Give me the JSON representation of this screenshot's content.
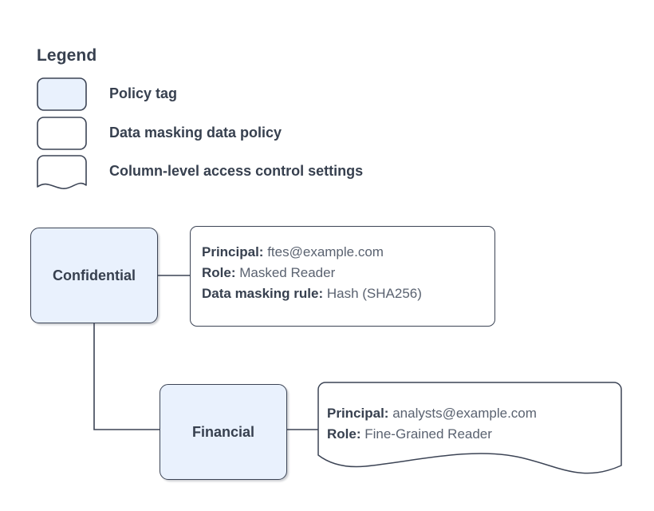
{
  "legend": {
    "title": "Legend",
    "items": [
      {
        "label": "Policy tag",
        "shape": "rounded-rect-filled",
        "icon": "policy-tag-swatch-icon"
      },
      {
        "label": "Data masking data policy",
        "shape": "rounded-rect",
        "icon": "data-policy-swatch-icon"
      },
      {
        "label": "Column-level access control settings",
        "shape": "wavy-bottom-rect",
        "icon": "access-control-swatch-icon"
      }
    ]
  },
  "colors": {
    "node_fill": "#e9f1fd",
    "stroke": "#3c4455",
    "text_strong": "#37404f",
    "text_value": "#5a6270",
    "canvas": "#ffffff"
  },
  "graph": {
    "nodes": [
      {
        "id": "confidential",
        "label": "Confidential",
        "type": "policy-tag"
      },
      {
        "id": "financial",
        "label": "Financial",
        "type": "policy-tag"
      }
    ],
    "details": [
      {
        "id": "detail-confidential",
        "attached_to": "confidential",
        "shape": "rounded-rect",
        "lines": [
          {
            "key": "Principal:",
            "value": "ftes@example.com"
          },
          {
            "key": "Role:",
            "value": "Masked Reader"
          },
          {
            "key": "Data masking rule:",
            "value": "Hash (SHA256)"
          }
        ]
      },
      {
        "id": "detail-financial",
        "attached_to": "financial",
        "shape": "wavy-bottom-rect",
        "lines": [
          {
            "key": "Principal:",
            "value": "analysts@example.com"
          },
          {
            "key": "Role:",
            "value": "Fine-Grained Reader"
          }
        ]
      }
    ],
    "edges": [
      {
        "from": "confidential",
        "to": "detail-confidential"
      },
      {
        "from": "confidential",
        "to": "financial"
      },
      {
        "from": "financial",
        "to": "detail-financial"
      }
    ]
  }
}
